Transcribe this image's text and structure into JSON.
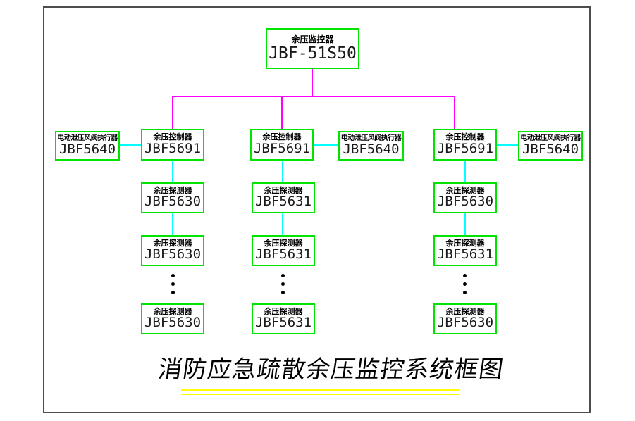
{
  "title": "消防应急疏散余压监控系统框图",
  "monitor": {
    "label": "余压监控器",
    "model": "JBF-51S50"
  },
  "columns": [
    {
      "controller": {
        "label": "余压控制器",
        "model": "JBF5691"
      },
      "actuator": {
        "label": "电动泄压风阀执行器",
        "model": "JBF5640",
        "position": "left"
      },
      "detectors": [
        {
          "label": "余压探测器",
          "model": "JBF5630"
        },
        {
          "label": "余压探测器",
          "model": "JBF5630"
        },
        {
          "label": "余压探测器",
          "model": "JBF5630"
        }
      ]
    },
    {
      "controller": {
        "label": "余压控制器",
        "model": "JBF5691"
      },
      "actuator": {
        "label": "电动泄压风阀执行器",
        "model": "JBF5640",
        "position": "right"
      },
      "detectors": [
        {
          "label": "余压探测器",
          "model": "JBF5631"
        },
        {
          "label": "余压探测器",
          "model": "JBF5631"
        },
        {
          "label": "余压探测器",
          "model": "JBF5631"
        }
      ]
    },
    {
      "controller": {
        "label": "余压控制器",
        "model": "JBF5691"
      },
      "actuator": {
        "label": "电动泄压风阀执行器",
        "model": "JBF5640",
        "position": "right"
      },
      "detectors": [
        {
          "label": "余压探测器",
          "model": "JBF5630"
        },
        {
          "label": "余压探测器",
          "model": "JBF5631"
        },
        {
          "label": "余压探测器",
          "model": "JBF5630"
        }
      ]
    }
  ],
  "continuation_marker": "⋮",
  "colors": {
    "box_border": "#00e400",
    "bus_line": "#ff00ff",
    "branch_line": "#00ffff",
    "title_underline": "#ffff00",
    "frame_border": "#4d4d4d"
  }
}
